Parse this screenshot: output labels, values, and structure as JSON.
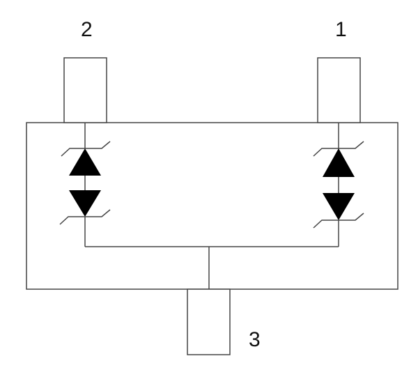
{
  "diagram": {
    "pins": [
      {
        "id": "pin-1",
        "label": "1"
      },
      {
        "id": "pin-2",
        "label": "2"
      },
      {
        "id": "pin-3",
        "label": "3"
      }
    ],
    "colors": {
      "stroke": "#444444",
      "fill": "#000000",
      "background": "#ffffff"
    }
  }
}
